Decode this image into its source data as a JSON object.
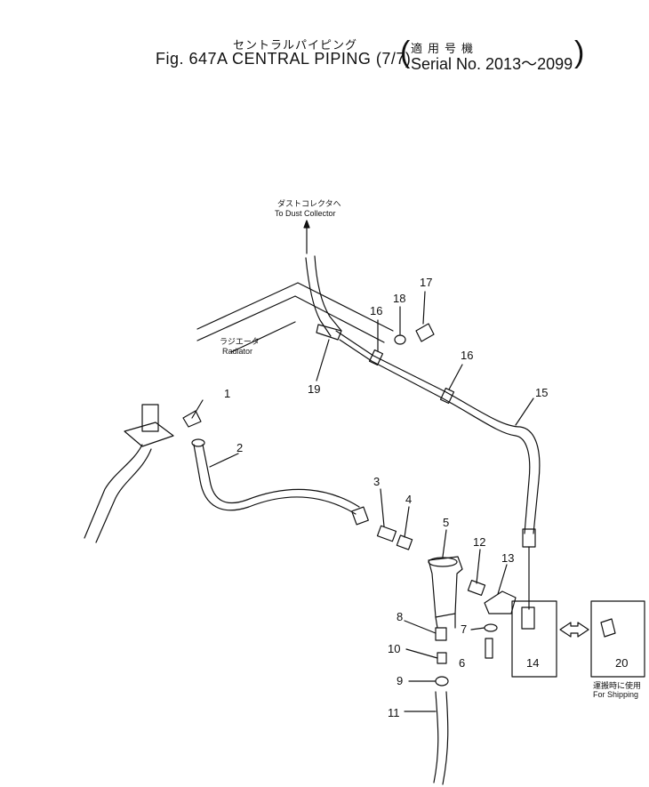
{
  "title": {
    "jp": "セントラルパイピング",
    "en": "Fig. 647A CENTRAL PIPING (7/7)",
    "applic_jp": "適用号機",
    "serial": "Serial No. 2013～2099"
  },
  "labels": {
    "dust_jp": "ダストコレクタへ",
    "dust_en": "To Dust Collector",
    "radiator_jp": "ラジエータ",
    "radiator_en": "Radiator",
    "shipping_jp": "運搬時に使用",
    "shipping_en": "For Shipping"
  },
  "callouts": [
    "1",
    "2",
    "3",
    "4",
    "5",
    "6",
    "7",
    "8",
    "9",
    "10",
    "11",
    "12",
    "13",
    "14",
    "15",
    "16",
    "16",
    "17",
    "18",
    "19",
    "20"
  ]
}
